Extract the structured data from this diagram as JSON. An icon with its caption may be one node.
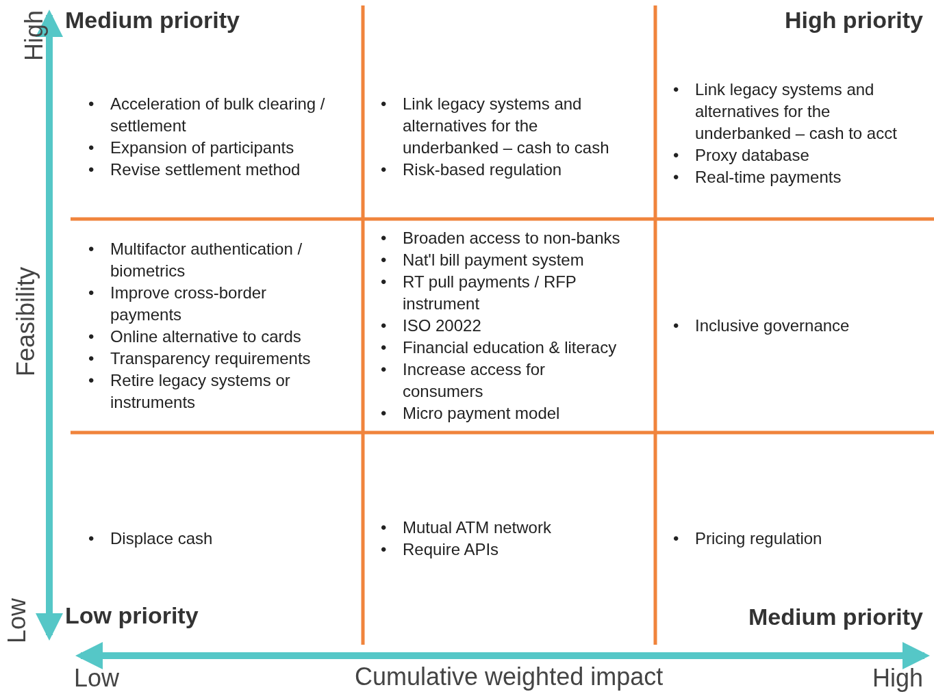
{
  "diagram": {
    "nodes": [
      {
        "text": [
          "• Acceleration of bulk clearing / settlement",
          "• Expansion of participants",
          "• Revise settlement method"
        ]
      },
      {
        "text": [
          "• Link legacy systems and alternatives for the underbanked – cash to cash",
          "• Risk-based regulation"
        ]
      },
      {
        "text": [
          "• Link legacy systems and alternatives for the underbanked – cash to acct",
          "• Proxy database",
          "• Real-time payments"
        ]
      },
      {
        "text": [
          "• Multifactor authentication / biometrics",
          "• Improve cross-border payments",
          "• Online alternative to cards",
          "• Transparency requirements",
          "• Retire legacy systems or instruments"
        ]
      },
      {
        "text": [
          "• Broaden access to non-banks",
          "• Nat'l bill payment system",
          "• RT pull payments / RFP instrument",
          "• ISO 20022",
          "• Financial education & literacy",
          "• Increase access for consumers",
          "• Micro payment model"
        ]
      },
      {
        "text": [
          "• Inclusive governance"
        ]
      },
      {
        "text": [
          "• Displace cash"
        ]
      },
      {
        "text": [
          "• Mutual ATM network",
          "• Require APIs"
        ]
      },
      {
        "text": [
          "• Pricing regulation"
        ]
      }
    ],
    "labels": [
      "High",
      "Medium priority",
      "High priority",
      "Feasibility",
      "Low",
      "Low priority",
      "Medium priority",
      "Low",
      "Cumulative weighted impact",
      "High"
    ]
  }
}
